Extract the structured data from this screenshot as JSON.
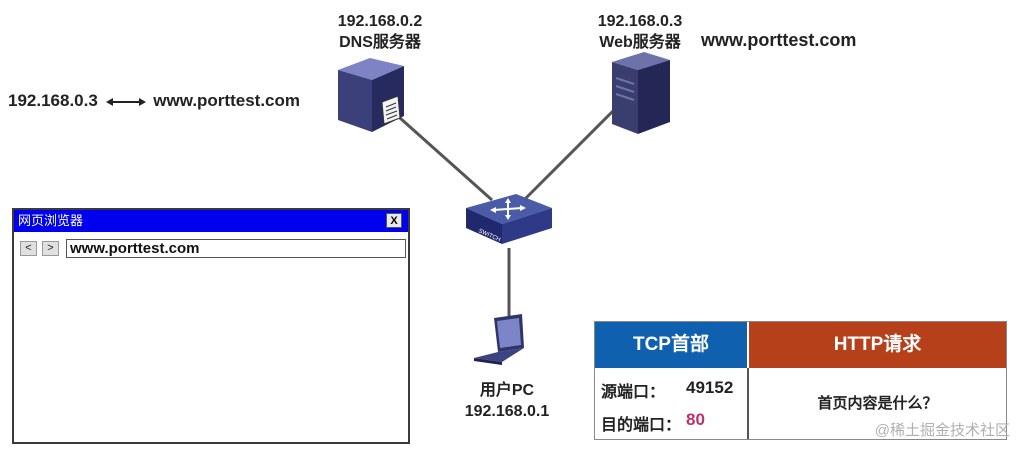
{
  "dns_server": {
    "ip": "192.168.0.2",
    "name": "DNS服务器"
  },
  "web_server": {
    "ip": "192.168.0.3",
    "name": "Web服务器",
    "domain": "www.porttest.com"
  },
  "dns_record": {
    "ip": "192.168.0.3",
    "domain": "www.porttest.com"
  },
  "switch": {
    "label": "SWITCH"
  },
  "user_pc": {
    "name": "用户PC",
    "ip": "192.168.0.1"
  },
  "browser": {
    "title": "网页浏览器",
    "close_label": "X",
    "back_label": "<",
    "forward_label": ">",
    "address": "www.porttest.com"
  },
  "packet": {
    "tcp_header": "TCP首部",
    "http_header": "HTTP请求",
    "src_port_label": "源端口：",
    "src_port_value": "49152",
    "dst_port_label": "目的端口：",
    "dst_port_value": "80",
    "http_body": "首页内容是什么？",
    "colors": {
      "tcp": "#1060b0",
      "http": "#b5401a",
      "dst_port": "#c0306a"
    }
  },
  "watermark": "@稀土掘金技术社区"
}
